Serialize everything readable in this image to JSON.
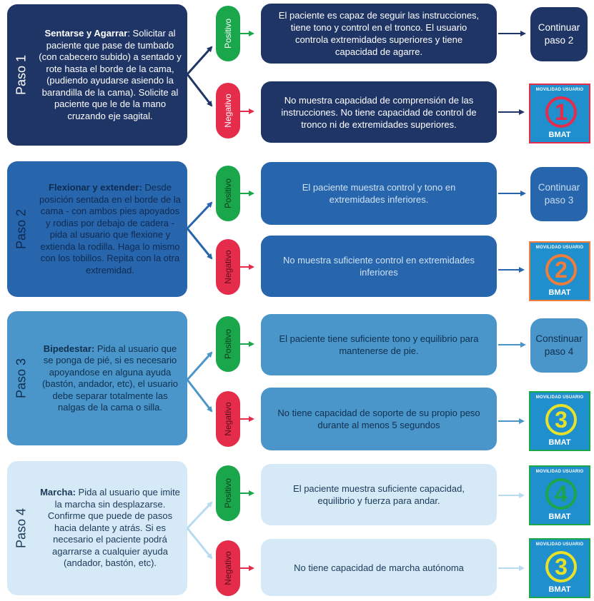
{
  "colors": {
    "paso1": "#1f3566",
    "paso2": "#2765ac",
    "paso3": "#4a95c9",
    "paso4": "#d5e9f6",
    "positivo": "#1aa64b",
    "negativo": "#e52c4b",
    "badge_bg": "#1f8fce"
  },
  "steps": [
    {
      "paso": "Paso 1",
      "title": "Sentarse y Agarrar",
      "text": ": Solicitar al paciente que pase de tumbado (con cabecero subido) a sentado y rote hasta el borde de la cama, (pudiendo ayudarse asiendo la barandilla de la cama). Solicite al paciente que le de la mano cruzando eje sagital.",
      "positivo_label": "Positivo",
      "negativo_label": "Negativo",
      "positive_result": "El paciente es capaz de seguir las instrucciones, tiene tono y control en el tronco. El usuario controla extremidades superiores y tiene capacidad de agarre.",
      "negative_result": "No muestra capacidad de comprensión de las instrucciones. No tiene capacidad de control de tronco ni de extremidades superiores.",
      "positive_outcome": "Continuar paso 2",
      "negative_badge": {
        "header": "MOVILIDAD USUARIO",
        "level": "1",
        "footer": "BMAT",
        "icon": "level-1-circle-icon",
        "color": "#e52c4b"
      }
    },
    {
      "paso": "Paso 2",
      "title": "Flexionar y extender:",
      "text": " Desde posición sentada en el borde de la cama - con ambos pies apoyados y rodias por debajo de cadera - pida al usuario que flexione y extienda la rodilla. Haga lo mismo con los tobillos. Repita con la otra extremidad.",
      "positivo_label": "Positivo",
      "negativo_label": "Negativo",
      "positive_result": "El paciente muestra control y tono en extremidades inferiores.",
      "negative_result": "No muestra suficiente control en extremidades inferiores",
      "positive_outcome": "Continuar paso 3",
      "negative_badge": {
        "header": "MOVILIDAD USUARIO",
        "level": "2",
        "footer": "BMAT",
        "icon": "level-2-circle-icon",
        "color": "#ef7d3c"
      }
    },
    {
      "paso": "Paso 3",
      "title": "Bipedestar:",
      "text": " Pida al usuario que se ponga de pié, si es necesario apoyandose en alguna ayuda (bastón, andador, etc), el usuario debe separar totalmente las nalgas de la cama o silla.",
      "positivo_label": "Positivo",
      "negativo_label": "Negativo",
      "positive_result": "El paciente tiene suficiente tono y equilibrio para mantenerse de pie.",
      "negative_result": "No tiene capacidad de soporte de su propio peso durante al menos 5 segundos",
      "positive_outcome": "Constinuar paso 4",
      "negative_badge": {
        "header": "MOVILIDAD USUARIO",
        "level": "3",
        "footer": "BMAT",
        "icon": "level-3-circle-icon",
        "color": "#e7e12a"
      }
    },
    {
      "paso": "Paso 4",
      "title": "Marcha:",
      "text": " Pida al usuario que imite la marcha sin desplazarse. Confirme que puede de pasos hacia delante y atrás. Si es necesario el paciente podrá agarrarse a cualquier ayuda (andador, bastón, etc).",
      "positivo_label": "Positivo",
      "negativo_label": "Negativo",
      "positive_result": "El paciente muestra suficiente capacidad, equilibrio y fuerza para andar.",
      "negative_result": "No tiene capacidad de marcha autónoma",
      "positive_badge": {
        "header": "MOVILIDAD USUARIO",
        "level": "4",
        "footer": "BMAT",
        "icon": "level-4-circle-icon",
        "color": "#1aa64b"
      },
      "negative_badge": {
        "header": "MOVILIDAD USUARIO",
        "level": "3",
        "footer": "BMAT",
        "icon": "level-3-circle-icon",
        "color": "#e7e12a"
      }
    }
  ]
}
